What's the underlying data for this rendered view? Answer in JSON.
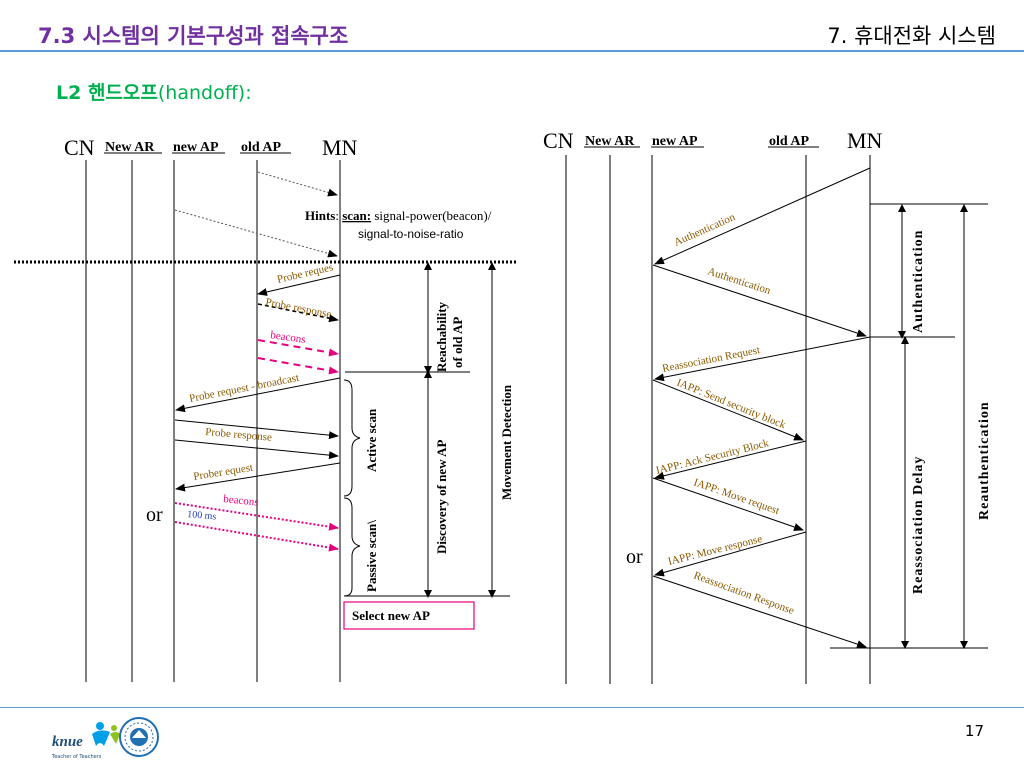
{
  "header": {
    "section_title": "7.3 시스템의 기본구성과 접속구조",
    "chapter_title": "7. 휴대전화 시스템"
  },
  "subtitle": {
    "bold": "L2 핸드오프",
    "normal": "(handoff):"
  },
  "left_diagram": {
    "entities": [
      "CN",
      "New AR",
      "new AP",
      "old  AP",
      "MN"
    ],
    "hints": {
      "label": "Hints",
      "scan": "scan:",
      "line1": " signal-power(beacon)/",
      "line2": "signal-to-noise-ratio"
    },
    "messages": {
      "probe_request": "Probe reques",
      "probe_response": "Probe response",
      "beacons_1": "beacons",
      "probe_request_broadcast": "Probe request - broadcast",
      "probe_response_2": "Probe response",
      "prober_request": "Prober equest",
      "beacons_2": "beacons",
      "interval": "100 ms"
    },
    "or_label": "or",
    "phases": {
      "reachability_line1": "Reachability",
      "reachability_line2": "of old AP",
      "discovery": "Discovery of new AP",
      "movement": "Movement Detection",
      "active_scan": "Active scan",
      "passive_scan": "Passive scan\\"
    },
    "select_box": "Select new AP",
    "colors": {
      "brown": "#8b5a00",
      "pink": "#e6007e",
      "blue": "#1f3fbf"
    }
  },
  "right_diagram": {
    "entities": [
      "CN",
      "New AR",
      "new AP",
      "old  AP",
      "MN"
    ],
    "messages": {
      "auth_1": "Authentication",
      "auth_2": "Authentication",
      "reassoc_req": "Reassociation Request",
      "iapp_send": "IAPP: Send security block",
      "iapp_ack": "IAPP: Ack Security Block",
      "iapp_move": "IAPP: Move request",
      "iapp_move_resp": "IAPP: Move response",
      "reassoc_resp": "Reassociation Response"
    },
    "or_label": "or",
    "phases": {
      "authentication": "Authentication",
      "reassociation_delay": "Reassociation Delay",
      "reauthentication": "Reauthentication"
    }
  },
  "footer": {
    "logo_text": "knue",
    "logo_tagline": "Teacher of Teachers",
    "seal_icon": "university-seal-icon",
    "page_number": "17"
  }
}
